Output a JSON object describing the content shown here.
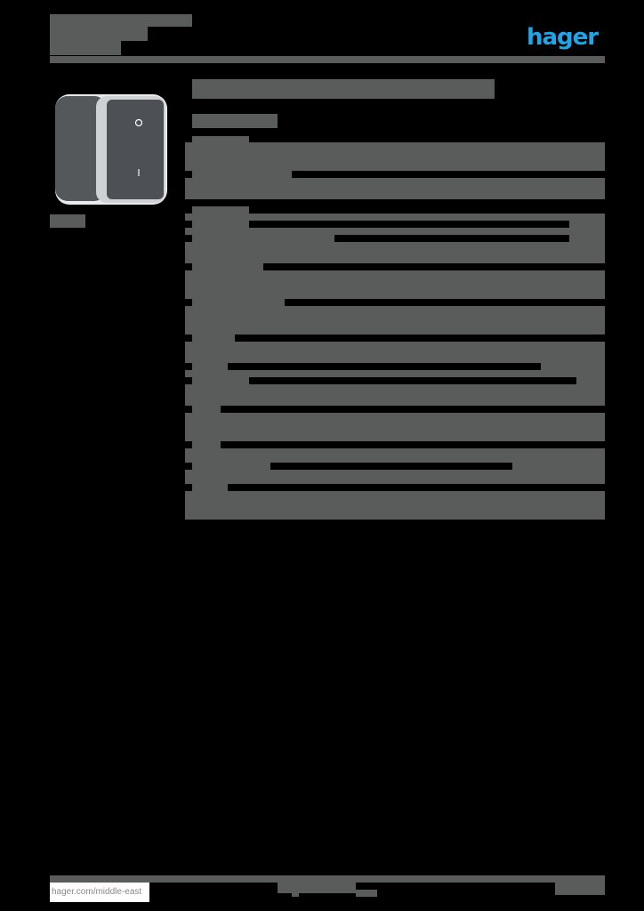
{
  "header": {
    "title_lines": [
      "",
      "",
      ""
    ],
    "brand": {
      "name": "hager",
      "color": "#1ea6e8"
    }
  },
  "product": {
    "image_alt": "Surface-mounted rocker switch, grey, IP55",
    "switch_symbols": {
      "off": "O",
      "on": "I"
    },
    "image_caption": ""
  },
  "main": {
    "title": "",
    "subtitle": "",
    "spec_rows": [
      {
        "label": "",
        "value": ""
      },
      {
        "label": "",
        "value": ""
      },
      {
        "label": "",
        "value": ""
      },
      {
        "label": "",
        "value": ""
      },
      {
        "label": "",
        "value": ""
      },
      {
        "label": "",
        "value": ""
      },
      {
        "label": "",
        "value": ""
      },
      {
        "label": "",
        "value": ""
      },
      {
        "label": "",
        "value": ""
      },
      {
        "label": "",
        "value": ""
      },
      {
        "label": "",
        "value": ""
      },
      {
        "label": "",
        "value": ""
      },
      {
        "label": "",
        "value": ""
      },
      {
        "label": "",
        "value": ""
      }
    ]
  },
  "footer": {
    "url": "hager.com/middle-east",
    "center_text": "",
    "page_info": ""
  },
  "colors": {
    "block": "#5a5b5b",
    "background": "#000000",
    "brand": "#1ea6e8"
  }
}
